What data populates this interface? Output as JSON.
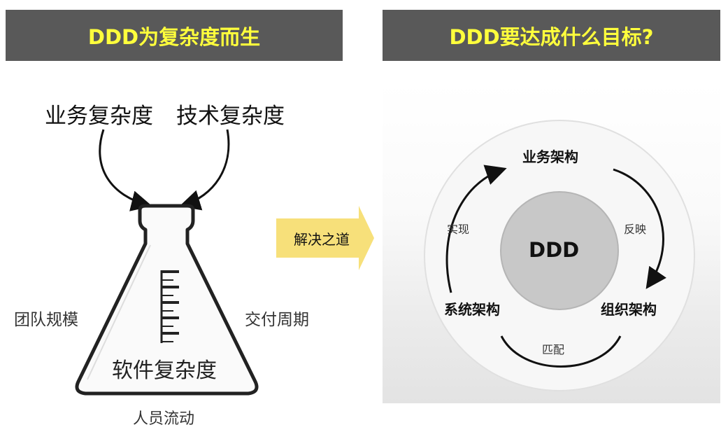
{
  "left_banner": {
    "title": "DDD为复杂度而生"
  },
  "right_banner": {
    "title": "DDD要达成什么目标?"
  },
  "flask": {
    "business_complexity": "业务复杂度",
    "technical_complexity": "技术复杂度",
    "team_size": "团队规模",
    "delivery_cycle": "交付周期",
    "software_complexity": "软件复杂度",
    "staff_turnover": "人员流动"
  },
  "arrow": {
    "label": "解决之道"
  },
  "ddd_diagram": {
    "core": "DDD",
    "nodes": {
      "business": "业务架构",
      "system": "系统架构",
      "organization": "组织架构"
    },
    "edges": {
      "implement": "实现",
      "reflect": "反映",
      "match": "匹配"
    }
  },
  "colors": {
    "banner_bg": "#595959",
    "banner_text": "#ffff3c",
    "arrow_fill": "#f7e07a",
    "core_circle": "#c8c8c8"
  }
}
